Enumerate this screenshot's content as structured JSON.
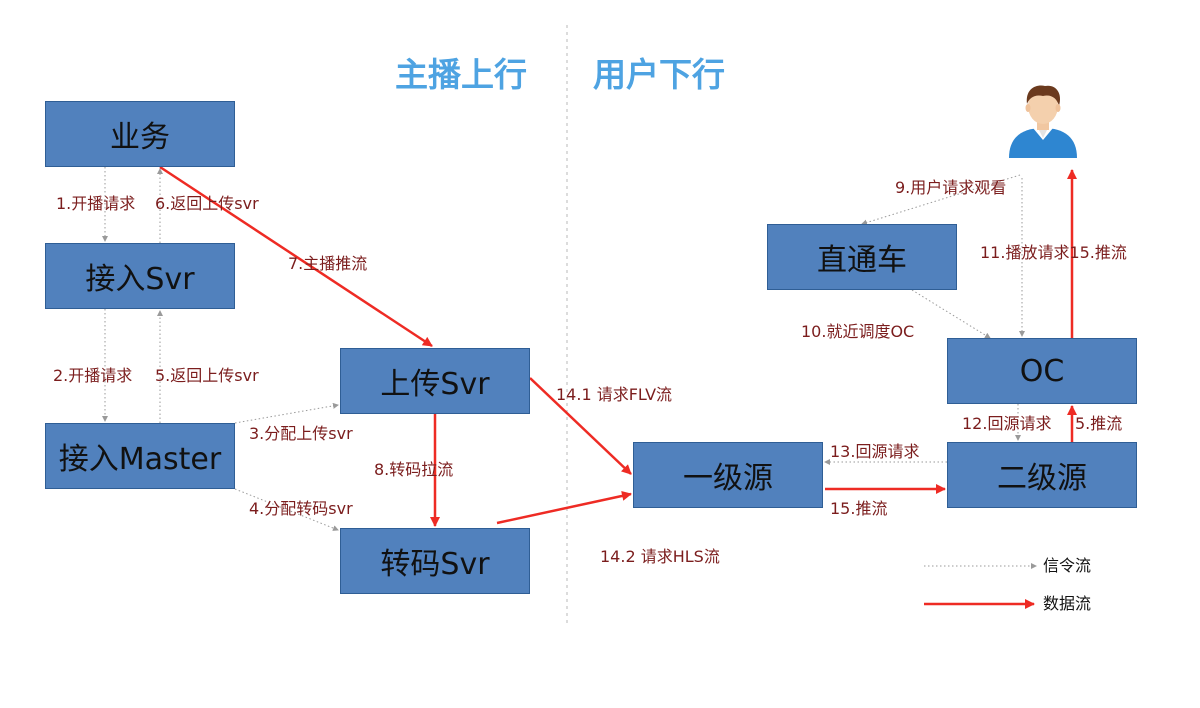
{
  "titles": {
    "left": "主播上行",
    "right": "用户下行"
  },
  "nodes": {
    "yewu": "业务",
    "jieru_svr": "接入Svr",
    "jieru_master": "接入Master",
    "upload_svr": "上传Svr",
    "transcode_svr": "转码Svr",
    "level1": "一级源",
    "level2": "二级源",
    "zhitongche": "直通车",
    "oc": "OC"
  },
  "edge_labels": {
    "e1": "1.开播请求",
    "e6": "6.返回上传svr",
    "e7": "7.主播推流",
    "e2": "2.开播请求",
    "e5": "5.返回上传svr",
    "e3": "3.分配上传svr",
    "e4": "4.分配转码svr",
    "e8": "8.转码拉流",
    "e14_1": "14.1 请求FLV流",
    "e14_2": "14.2 请求HLS流",
    "e13": "13.回源请求",
    "e15_push": "15.推流",
    "e12": "12.回源请求",
    "e15_oc": "5.推流",
    "e10": "10.就近调度OC",
    "e9": "9.用户请求观看",
    "e11": "11.播放请求15.推流"
  },
  "legend": {
    "signal": "信令流",
    "data": "数据流"
  },
  "colors": {
    "node_fill": "#5181bd",
    "node_border": "#2f5e95",
    "title": "#4ea3e2",
    "data_arrow": "#ee2b24",
    "signal_line": "#9a9a9a",
    "label": "#7b1d1d"
  }
}
